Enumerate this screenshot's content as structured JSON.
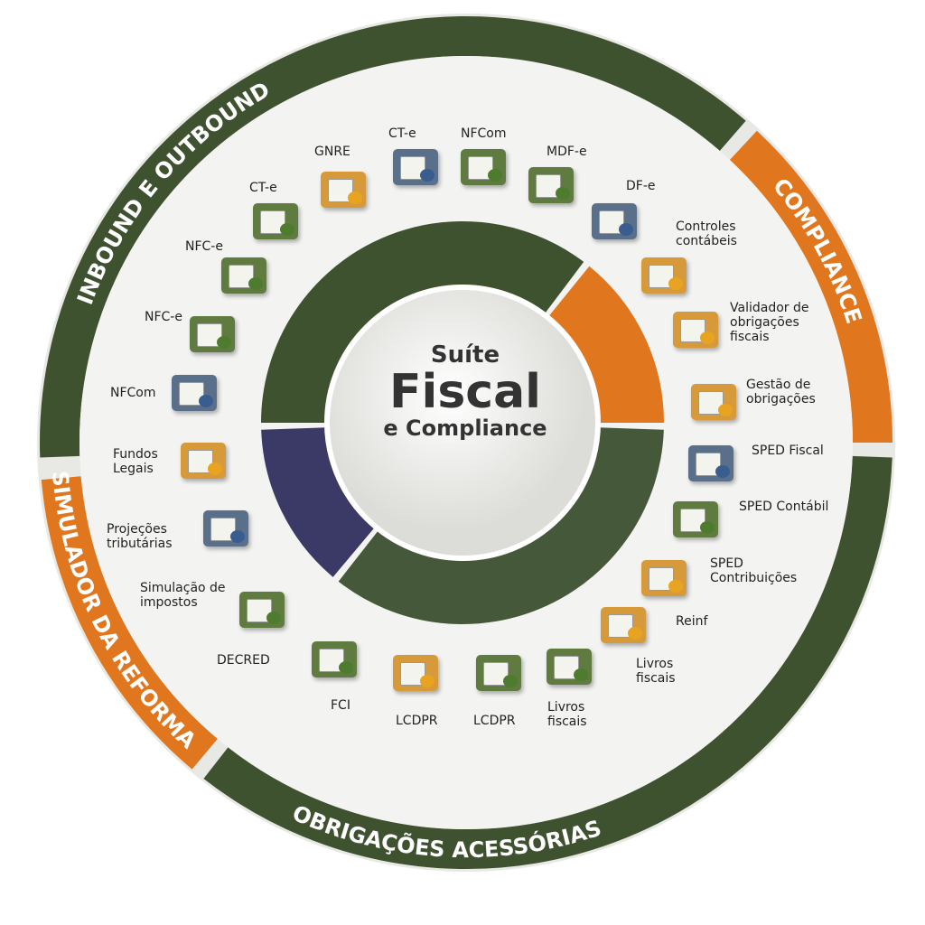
{
  "center": {
    "line1": "Suíte",
    "line2": "Fiscal",
    "line3": "e Compliance"
  },
  "ring": {
    "inbound": "INBOUND E OUTBOUND",
    "compliance": "COMPLIANCE",
    "obrigacoes": "OBRIGAÇÕES ACESSÓRIAS",
    "simulador": "SIMULADOR DA REFORMA"
  },
  "colors": {
    "dark_green": "#3f5230",
    "orange": "#e0761e",
    "purple": "#3b3a66",
    "light_bg": "#f1f1ef"
  },
  "items": [
    {
      "label": "GNRE",
      "icon": "truck-icon"
    },
    {
      "label": "CT-e",
      "icon": "truck-icon"
    },
    {
      "label": "NFCom",
      "icon": "document-icon"
    },
    {
      "label": "MDF-e",
      "icon": "document-icon"
    },
    {
      "label": "DF-e",
      "icon": "cloud-document-icon"
    },
    {
      "label": "CT-e",
      "icon": "invoice-icon"
    },
    {
      "label": "NFC-e",
      "icon": "document-icon"
    },
    {
      "label": "NFC-e",
      "icon": "document-icon"
    },
    {
      "label": "NFCom",
      "icon": "phone-icon"
    },
    {
      "label": "Controles contábeis",
      "icon": "clipboard-icon"
    },
    {
      "label": "Validador de obrigações fiscais",
      "icon": "shield-check-icon"
    },
    {
      "label": "Gestão de obrigações",
      "icon": "bell-icon"
    },
    {
      "label": "SPED Fiscal",
      "icon": "binders-icon"
    },
    {
      "label": "SPED Contábil",
      "icon": "binders-icon"
    },
    {
      "label": "SPED Contribuições",
      "icon": "scale-icon"
    },
    {
      "label": "Reinf",
      "icon": "coin-icon"
    },
    {
      "label": "Livros fiscais",
      "icon": "books-icon"
    },
    {
      "label": "Livros fiscais",
      "icon": "books-icon"
    },
    {
      "label": "LCDPR",
      "icon": "folder-icon"
    },
    {
      "label": "LCDPR",
      "icon": "palm-coins-icon"
    },
    {
      "label": "FCI",
      "icon": "binder-icon"
    },
    {
      "label": "DECRED",
      "icon": "document-coins-icon"
    },
    {
      "label": "Simulação de impostos",
      "icon": "document-coins-icon"
    },
    {
      "label": "Projeções tributárias",
      "icon": "monitor-icon"
    },
    {
      "label": "Fundos Legais",
      "icon": "bank-icon"
    }
  ]
}
